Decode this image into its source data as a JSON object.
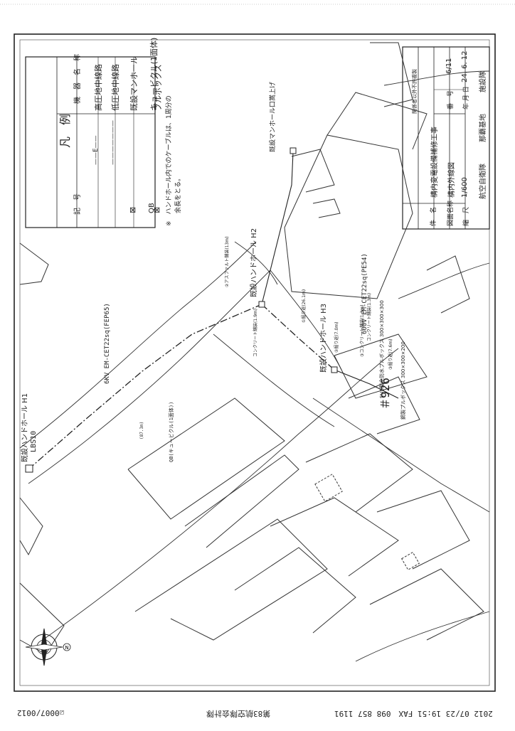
{
  "legend": {
    "title": "凡　例",
    "col_symbol": "記　号",
    "col_name": "機　器　名　称",
    "rows": [
      {
        "symbol_text": "——E——",
        "name": "高圧地中線路"
      },
      {
        "symbol_text": "———————",
        "name": "低圧地中線路"
      },
      {
        "symbol_text": "⊠",
        "name": "既設マンホール"
      },
      {
        "symbol_text": "QB",
        "name": "キュービクル(1面体)"
      },
      {
        "symbol_text": "⊠",
        "name": "プルボックス"
      }
    ],
    "note_line1": "※　ハンドホール内でのケーブルは、1周分の",
    "note_line2": "余長をとる。"
  },
  "title_block": {
    "stamp": "関係者以外不許複製",
    "name_label": "件　名",
    "name_value": "構内変電設備補修工事",
    "drawing_label": "図面名称",
    "drawing_value": "構内外線図",
    "number_label": "番　号",
    "number_value": "6/11",
    "scale_label": "縮　尺",
    "scale_value": "1/600",
    "date_label": "年 月 日",
    "date_value": "24. 6. 12",
    "org_left": "航空自衛隊",
    "org_mid": "那覇基地",
    "org_right": "施設隊"
  },
  "annotations": {
    "lbs": "LBS10",
    "hh1": "既設ハンドホール H1",
    "hh2": "既設ハンドホール H2",
    "hh3": "既設ハンドホール H3",
    "hh_top": "既設マンホール口嵩上げ",
    "cable_6kv": "6KV EM-CET22sq(FEP65)",
    "cable_600v": "600V EM-CET22sq(PE54)",
    "qb": "QB(キュービクル(1面体))",
    "len_87": "(87.3m)",
    "asphalt": "②アスファルト舗装(13m)",
    "concrete1": "コンクリート舗装(1.9m)",
    "concrete2": "コンクリート舗装(1.3m)",
    "dig1": "①掘り返(26.1m)",
    "dig2": "②掘り返(7.0m)",
    "dig3": "③掘り返(7.6m)",
    "conc3": "③コンクリート舗装(1.3m)",
    "bldg_no": "＃926",
    "pb1": "鋼製プルボックス 300×300×200",
    "pb2": "SUS製全防水プルボックス 300×300×300"
  },
  "compass": {
    "north": "N"
  },
  "footer": {
    "fax": "2012 07/23 19:51 FAX　098 857 1191",
    "sender": "第83航空隊会計隊",
    "page": "☑0007/0012"
  }
}
